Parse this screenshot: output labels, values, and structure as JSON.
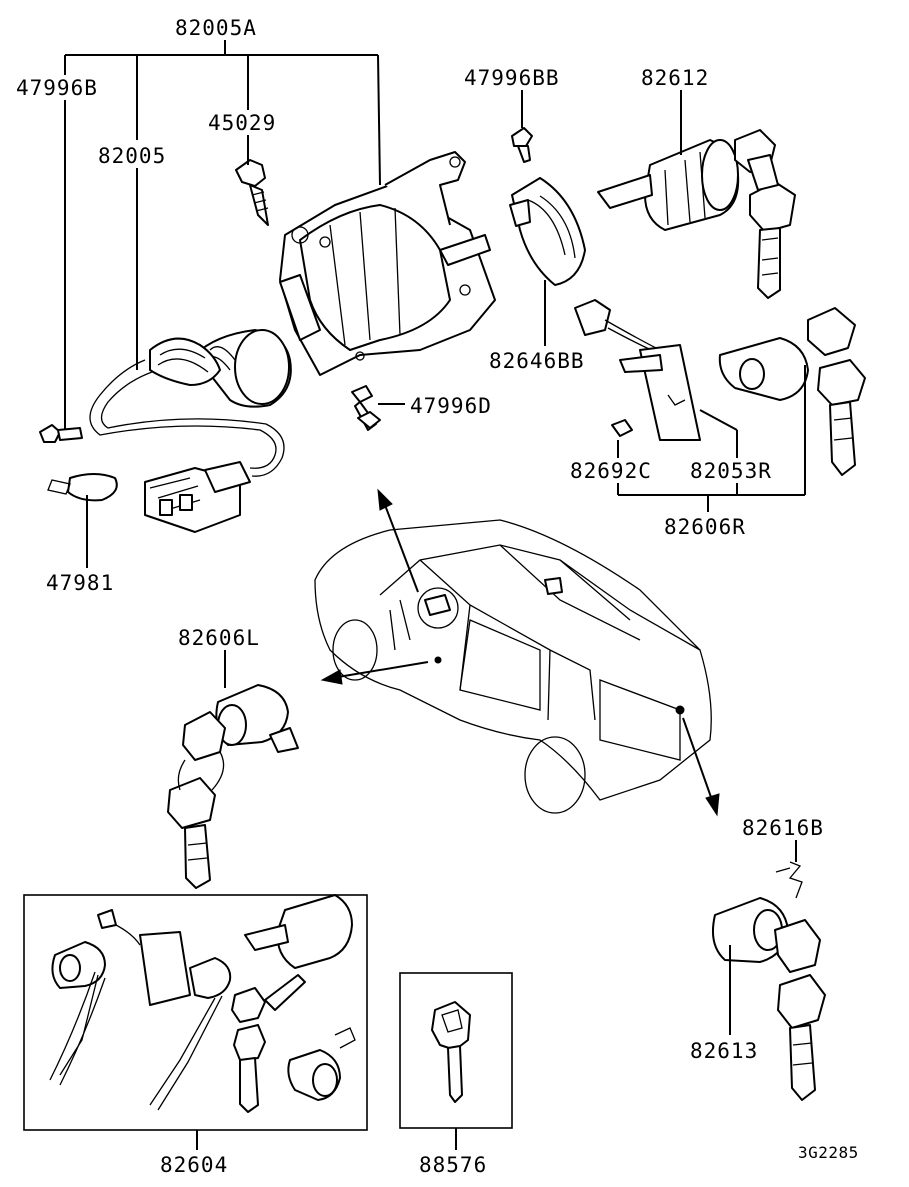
{
  "diagram_id": "3G2285",
  "part_numbers": {
    "p82005A": "82005A",
    "p47996B": "47996B",
    "p45029": "45029",
    "p82005": "82005",
    "p47996D": "47996D",
    "p47981": "47981",
    "p47996BB": "47996BB",
    "p82612": "82612",
    "p82646BB": "82646BB",
    "p82692C": "82692C",
    "p82053R": "82053R",
    "p82606R": "82606R",
    "p82606L": "82606L",
    "p82616B": "82616B",
    "p82613": "82613",
    "p82604": "82604",
    "p88576": "88576"
  }
}
